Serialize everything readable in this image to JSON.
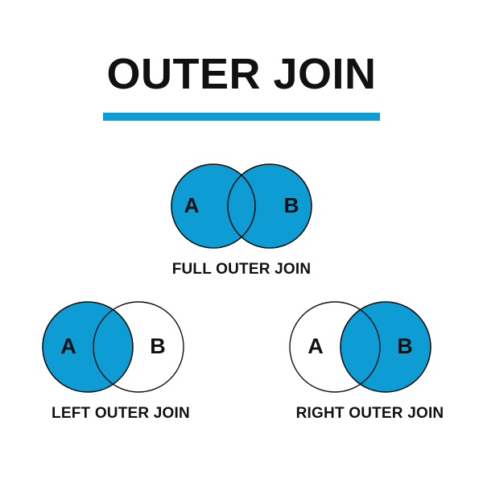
{
  "page": {
    "background_color": "#ffffff",
    "title": "OUTER JOIN",
    "accent_color": "#0d9dd4",
    "outline_color": "#111111",
    "text_color": "#111111"
  },
  "diagrams": [
    {
      "id": "full-outer-join",
      "caption": "FULL OUTER JOIN",
      "left_set_label": "A",
      "right_set_label": "B",
      "left_filled": true,
      "right_filled": true,
      "intersection_filled": true
    },
    {
      "id": "left-outer-join",
      "caption": "LEFT OUTER JOIN",
      "left_set_label": "A",
      "right_set_label": "B",
      "left_filled": true,
      "right_filled": false,
      "intersection_filled": true
    },
    {
      "id": "right-outer-join",
      "caption": "RIGHT OUTER JOIN",
      "left_set_label": "A",
      "right_set_label": "B",
      "left_filled": false,
      "right_filled": true,
      "intersection_filled": true
    }
  ]
}
